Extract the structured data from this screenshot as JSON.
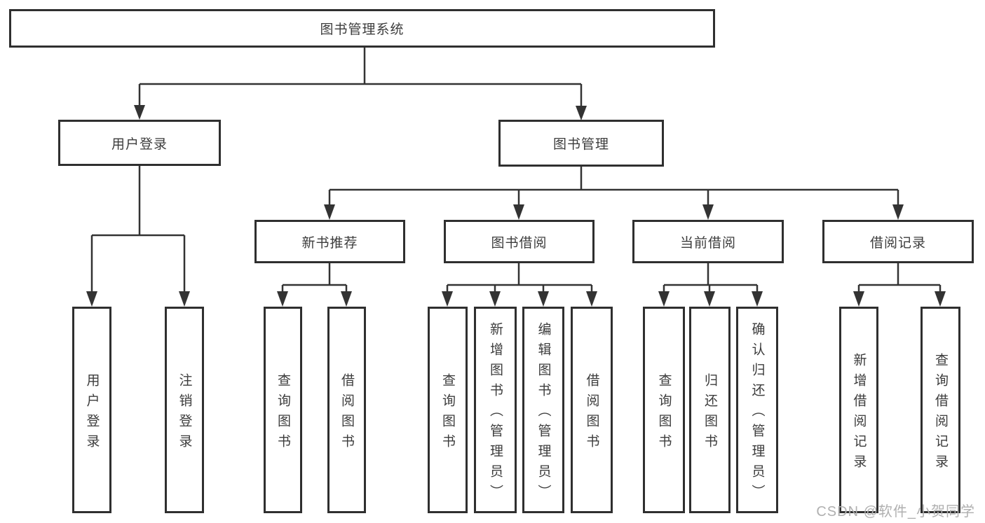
{
  "diagram": {
    "type": "hierarchy-tree",
    "colors": {
      "background": "#ffffff",
      "box_border": "#2f2f2f",
      "line": "#333333",
      "text": "#3c3c3c",
      "watermark": "#b0b0b0"
    },
    "tree": {
      "root": {
        "label": "图书管理系统"
      },
      "branches": [
        {
          "label": "用户登录",
          "children": [
            {
              "label": "用户登录"
            },
            {
              "label": "注销登录"
            }
          ]
        },
        {
          "label": "图书管理",
          "children": [
            {
              "label": "新书推荐",
              "children": [
                {
                  "label": "查询图书"
                },
                {
                  "label": "借阅图书"
                }
              ]
            },
            {
              "label": "图书借阅",
              "children": [
                {
                  "label": "查询图书"
                },
                {
                  "label": "新增图书（管理员）"
                },
                {
                  "label": "编辑图书（管理员）"
                },
                {
                  "label": "借阅图书"
                }
              ]
            },
            {
              "label": "当前借阅",
              "children": [
                {
                  "label": "查询图书"
                },
                {
                  "label": "归还图书"
                },
                {
                  "label": "确认归还（管理员）"
                }
              ]
            },
            {
              "label": "借阅记录",
              "children": [
                {
                  "label": "新增借阅记录"
                },
                {
                  "label": "查询借阅记录"
                }
              ]
            }
          ]
        }
      ]
    },
    "watermark": {
      "text": "CSDN @软件_小贺同学"
    }
  }
}
